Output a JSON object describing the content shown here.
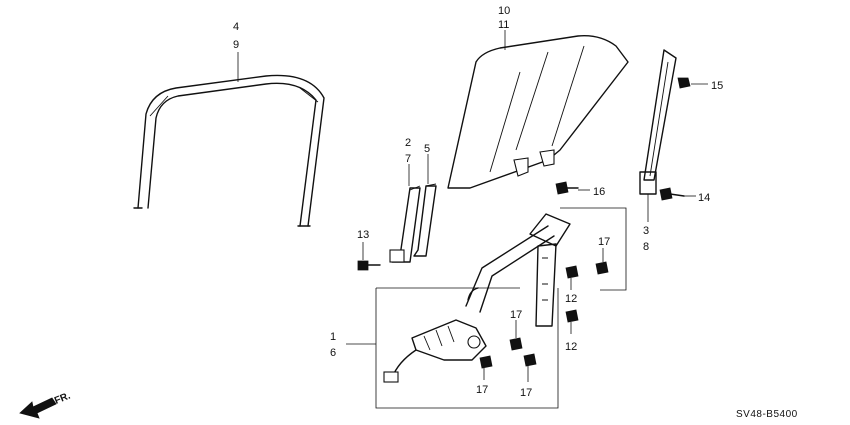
{
  "callouts": {
    "c4": "4",
    "c9": "9",
    "c10": "10",
    "c11": "11",
    "c2": "2",
    "c7": "7",
    "c5": "5",
    "c15": "15",
    "c16": "16",
    "c14": "14",
    "c3": "3",
    "c8": "8",
    "c13": "13",
    "c17a": "17",
    "c12a": "12",
    "c1": "1",
    "c6": "6",
    "c17b": "17",
    "c12b": "12",
    "c17c": "17",
    "c17d": "17"
  },
  "direction_label": "FR.",
  "diagram_code": "SV48-B5400"
}
